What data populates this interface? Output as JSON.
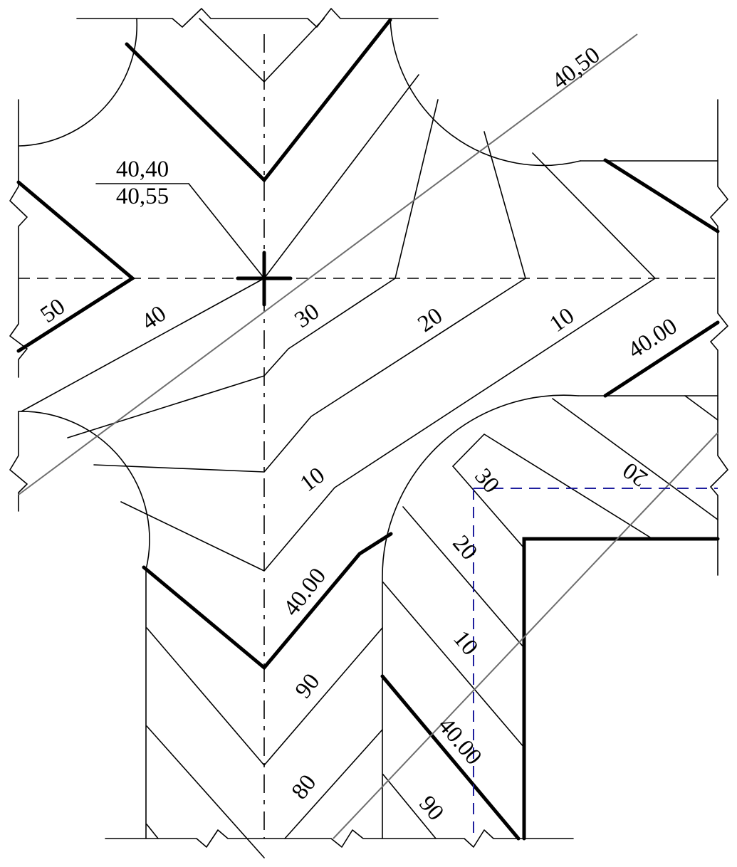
{
  "marks": {
    "elevation_top": "40,40",
    "elevation_bottom": "40,55",
    "slope_line_mark": "40,50"
  },
  "contours": {
    "c50": "50",
    "c40_left": "40",
    "c30_top": "30",
    "c20_top": "20",
    "c10_top": "10",
    "c10_mid": "10",
    "c4000_right": "40.00",
    "c4000_center": "40.00",
    "c90_center": "90",
    "c80_center": "80",
    "c30_corner": "30",
    "c20_corner": "20",
    "c20_right": "20",
    "c10_corner": "10",
    "c4000_corner": "40.00",
    "c90_corner": "90"
  }
}
